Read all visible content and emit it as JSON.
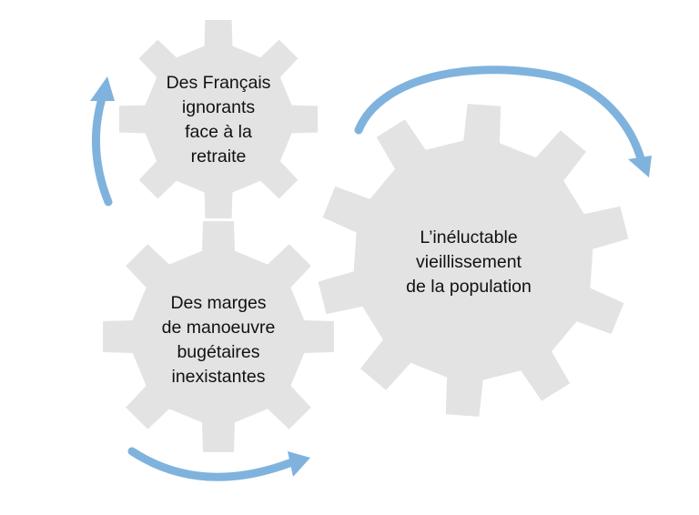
{
  "colors": {
    "gear_fill": "#e3e3e3",
    "arrow_color": "#7fb3dd",
    "text_color": "#111111"
  },
  "gears": [
    {
      "id": "top",
      "label": "Des Français\nignorants\nface à la\nretraite"
    },
    {
      "id": "right",
      "label": "L’inéluctable\nvieillissement\nde la population"
    },
    {
      "id": "left",
      "label": "Des marges\nde manoeuvre\nbugétaires\ninexistantes"
    }
  ],
  "arrows": [
    {
      "id": "left-vertical",
      "direction": "up"
    },
    {
      "id": "top-right-arc",
      "direction": "clockwise"
    },
    {
      "id": "bottom-arc",
      "direction": "right"
    }
  ]
}
